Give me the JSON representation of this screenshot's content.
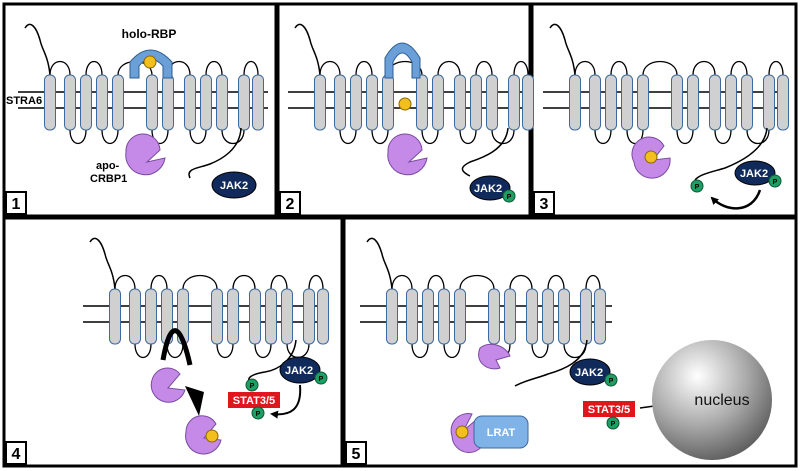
{
  "labels": {
    "holo_rbp": "holo-RBP",
    "stra6": "STRA6",
    "apo_crbp1_line1": "apo-",
    "apo_crbp1_line2": "CRBP1",
    "jak2": "JAK2",
    "p": "P",
    "stat": "STAT3/5",
    "lrat": "LRAT",
    "nucleus": "nucleus"
  },
  "panels": [
    {
      "number": "1"
    },
    {
      "number": "2"
    },
    {
      "number": "3"
    },
    {
      "number": "4"
    },
    {
      "number": "5"
    }
  ],
  "colors": {
    "helix": "#d0d0d0",
    "helix_stroke": "#3d6a9e",
    "rbp": "#6a9fd8",
    "retinol": "#f2bf1f",
    "crbp": "#c58ae8",
    "jak2": "#102a5c",
    "phospho": "#1f9d63",
    "stat": "#e0161d",
    "lrat": "#7fb3e8"
  }
}
